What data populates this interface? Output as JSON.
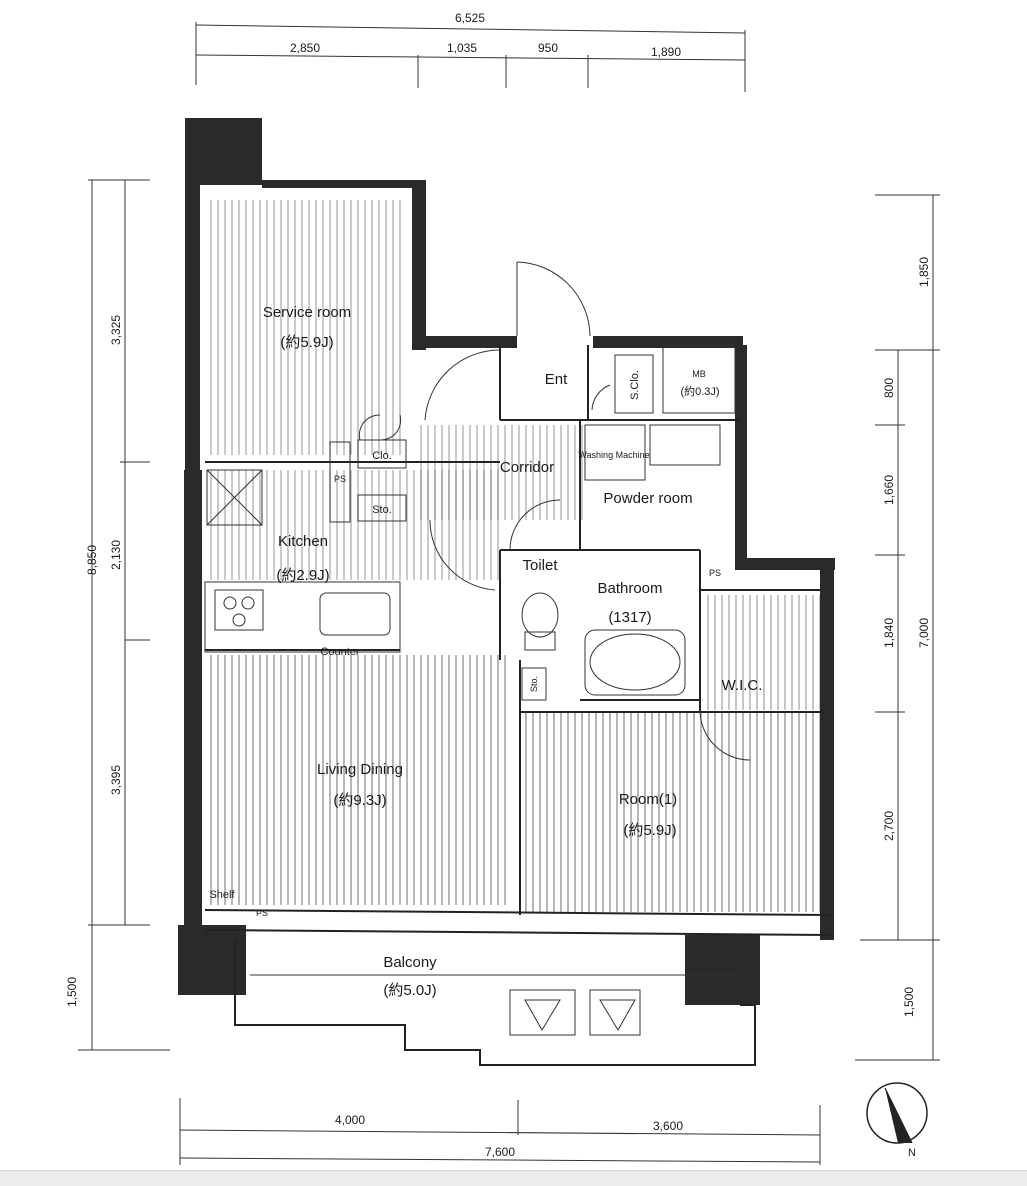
{
  "dimensions": {
    "top_total": "6,525",
    "top_segments": [
      "2,850",
      "1,035",
      "950",
      "1,890"
    ],
    "left_total": "8,850",
    "left_segments": [
      "3,325",
      "2,130",
      "3,395"
    ],
    "left_balcony": "1,500",
    "right_total": "7,000",
    "right_segments": [
      "1,850",
      "800",
      "1,660",
      "1,840",
      "2,700"
    ],
    "right_balcony": "1,500",
    "bottom_segments": [
      "4,000",
      "3,600"
    ],
    "bottom_total": "7,600"
  },
  "rooms": {
    "service_room": {
      "label": "Service room",
      "area": "(約5.9J)"
    },
    "entrance": {
      "label": "Ent"
    },
    "shoe_closet": {
      "label": "S.Clo."
    },
    "mb": {
      "label": "MB",
      "area": "(約0.3J)"
    },
    "closet": {
      "label": "Clo."
    },
    "storage_top": {
      "label": "Sto."
    },
    "ps_top": {
      "label": "PS"
    },
    "corridor": {
      "label": "Corridor"
    },
    "washing_machine": {
      "label": "Washing Machine"
    },
    "powder_room": {
      "label": "Powder room"
    },
    "kitchen": {
      "label": "Kitchen",
      "area": "(約2.9J)"
    },
    "toilet": {
      "label": "Toilet"
    },
    "bathroom": {
      "label": "Bathroom",
      "area": "(1317)"
    },
    "storage_mid": {
      "label": "Sto."
    },
    "counter": {
      "label": "Counter"
    },
    "ps_right": {
      "label": "PS"
    },
    "wic": {
      "label": "W.I.C."
    },
    "living_dining": {
      "label": "Living Dining",
      "area": "(約9.3J)"
    },
    "room1": {
      "label": "Room(1)",
      "area": "(約5.9J)"
    },
    "shelf": {
      "label": "Shelf"
    },
    "ps_bottom": {
      "label": "PS"
    },
    "balcony": {
      "label": "Balcony",
      "area": "(約5.0J)"
    }
  },
  "compass": {
    "label": "N"
  }
}
